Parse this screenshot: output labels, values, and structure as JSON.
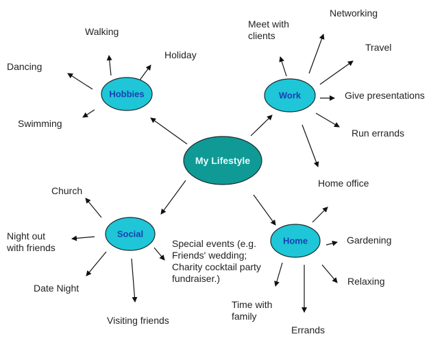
{
  "title": "My Lifestyle",
  "colors": {
    "center_fill": "#0f9a96",
    "center_text": "#e8fbfb",
    "branch_fill": "#1ec6d8",
    "branch_text": "#1a3fb0",
    "stroke": "#1a2a2a",
    "arrow": "#111111",
    "label": "#222222"
  },
  "center": {
    "label": "My Lifestyle"
  },
  "branches": [
    {
      "id": "hobbies",
      "label": "Hobbies",
      "items": [
        "Walking",
        "Holiday",
        "Dancing",
        "Swimming"
      ]
    },
    {
      "id": "work",
      "label": "Work",
      "items": [
        "Meet with\nclients",
        "Networking",
        "Travel",
        "Give presentations",
        "Run errands",
        "Home office"
      ]
    },
    {
      "id": "social",
      "label": "Social",
      "items": [
        "Church",
        "Night out\nwith friends",
        "Date Night",
        "Visiting friends",
        "Special events (e.g.\nFriends' wedding;\nCharity cocktail party\nfundraiser.)"
      ]
    },
    {
      "id": "home",
      "label": "Home",
      "items": [
        "Gardening",
        "Relaxing",
        "Errands",
        "Time with\nfamily"
      ]
    }
  ]
}
